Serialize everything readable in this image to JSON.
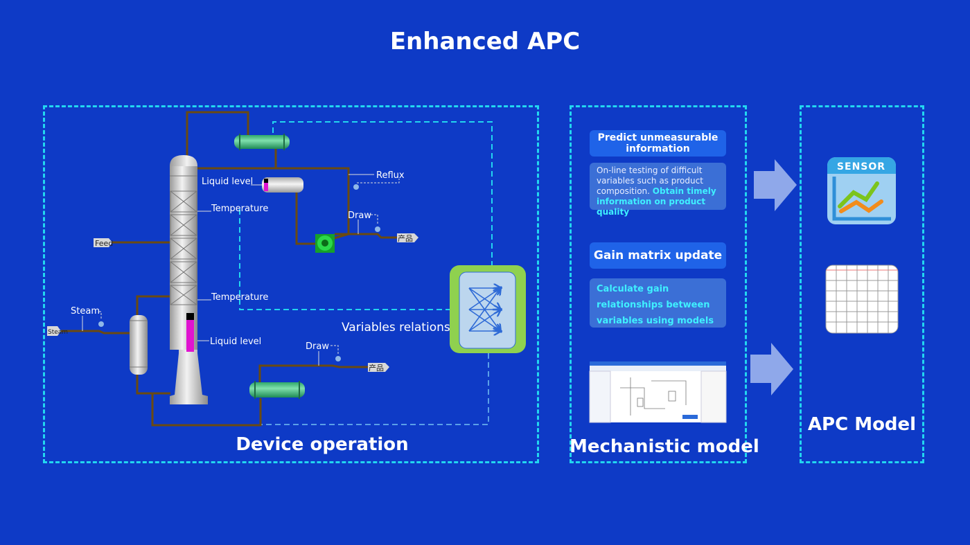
{
  "title": "Enhanced APC",
  "device_operation": {
    "label": "Device operation",
    "tags": {
      "liquid_level_top": "Liquid level",
      "temperature_top": "Temperature",
      "reflux": "Reflux",
      "draw_top": "Draw",
      "product_top": "产品",
      "feed": "Feed",
      "temperature_bottom": "Temperature",
      "steam_label": "Steam",
      "steam_tag": "Steam",
      "liquid_level_bottom": "Liquid level",
      "draw_bottom": "Draw",
      "product_bottom": "产品",
      "variables_relations": "Variables relations"
    }
  },
  "mechanistic_model": {
    "label": "Mechanistic model",
    "cards": [
      {
        "header": "Predict unmeasurable information",
        "desc_plain": "On-line testing of difficult variables such as product composition. ",
        "desc_highlight": "Obtain timely information on product quality"
      },
      {
        "header": "Gain matrix update",
        "desc_plain": "",
        "desc_highlight": "Calculate gain relationships between variables using models"
      }
    ]
  },
  "apc_model": {
    "label": "APC Model",
    "sensor_icon_text": "SENSOR"
  },
  "colors": {
    "background": "#0e3ac6",
    "dash": "#22d6f0",
    "pipe": "#6b4a10",
    "highlight": "#3ff0ff",
    "relations_box": "#8fd14f"
  }
}
